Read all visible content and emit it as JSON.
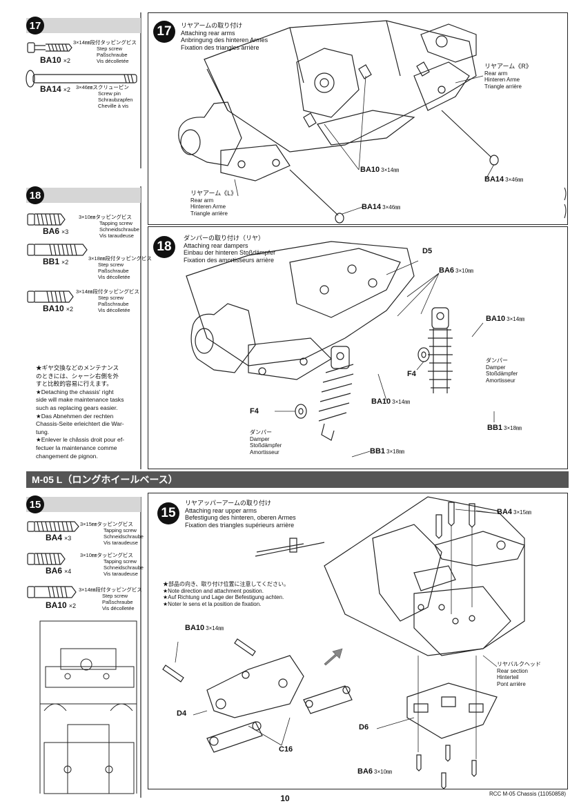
{
  "page_number": "10",
  "footer_label": "RCC M-05 Chassis (11050858)",
  "banner": "M-05 L（ロングホイールベース）",
  "sidebar17": {
    "step": "17",
    "parts": [
      {
        "code": "BA10",
        "qty": "×2",
        "size": "3×14㎜",
        "jp": "段付タッピングビス",
        "en": "Step screw",
        "de": "Paßschraube",
        "fr": "Vis décolletée"
      },
      {
        "code": "BA14",
        "qty": "×2",
        "size": "3×46㎜",
        "jp": "スクリューピン",
        "en": "Screw pin",
        "de": "Schraubzapfen",
        "fr": "Cheville à vis"
      }
    ]
  },
  "sidebar18": {
    "step": "18",
    "parts": [
      {
        "code": "BA6",
        "qty": "×3",
        "size": "3×10㎜",
        "jp": "タッピングビス",
        "en": "Tapping screw",
        "de": "Schneidschraube",
        "fr": "Vis taraudeuse"
      },
      {
        "code": "BB1",
        "qty": "×2",
        "size": "3×18㎜",
        "jp": "段付タッピングビス",
        "en": "Step screw",
        "de": "Paßschraube",
        "fr": "Vis décolletée"
      },
      {
        "code": "BA10",
        "qty": "×2",
        "size": "3×14㎜",
        "jp": "段付タッピングビス",
        "en": "Step screw",
        "de": "Paßschraube",
        "fr": "Vis décolletée"
      }
    ]
  },
  "note18": {
    "jp1": "★ギヤ交換などのメンテナンス",
    "jp2": "のときには、シャーシ右側を外",
    "jp3": "すと比較的容易に行えます。",
    "en1": "★Detaching the chassis' right",
    "en2": "side will make maintenance tasks",
    "en3": "such as replacing gears easier.",
    "de1": "★Das Abnehmen der rechten",
    "de2": "Chassis-Seite erleichtert die War-",
    "de3": "tung.",
    "fr1": "★Enlever le châssis droit pour ef-",
    "fr2": "fectuer la maintenance comme",
    "fr3": "changement de pignon."
  },
  "sidebar15": {
    "step": "15",
    "parts": [
      {
        "code": "BA4",
        "qty": "×3",
        "size": "3×15㎜",
        "jp": "タッピングビス",
        "en": "Tapping screw",
        "de": "Schneidschraube",
        "fr": "Vis taraudeuse"
      },
      {
        "code": "BA6",
        "qty": "×4",
        "size": "3×10㎜",
        "jp": "タッピングビス",
        "en": "Tapping screw",
        "de": "Schneidschraube",
        "fr": "Vis taraudeuse"
      },
      {
        "code": "BA10",
        "qty": "×2",
        "size": "3×14㎜",
        "jp": "段付タッピングビス",
        "en": "Step screw",
        "de": "Paßschraube",
        "fr": "Vis décolletée"
      }
    ]
  },
  "step17": {
    "num": "17",
    "jp": "リヤアームの取り付け",
    "en": "Attaching rear arms",
    "de": "Anbringung des hinteren Armes",
    "fr": "Fixation des triangles arrière",
    "arm_r": {
      "jp": "リヤアーム《R》",
      "en": "Rear arm",
      "de": "Hinteren Arme",
      "fr": "Triangle arrière"
    },
    "arm_l": {
      "jp": "リヤアーム《L》",
      "en": "Rear arm",
      "de": "Hinteren Arme",
      "fr": "Triangle arrière"
    },
    "ba10": "BA10",
    "ba10_size": "3×14㎜",
    "ba14a": "BA14",
    "ba14a_size": "3×46㎜",
    "ba14b": "BA14",
    "ba14b_size": "3×46㎜"
  },
  "step18": {
    "num": "18",
    "jp": "ダンパーの取り付け（リヤ）",
    "en": "Attaching rear dampers",
    "de": "Einbau der hinteren Stoßdämpfer",
    "fr": "Fixation des amortisseurs arrière",
    "d5": "D5",
    "ba6": "BA6",
    "ba6_size": "3×10㎜",
    "ba10a": "BA10",
    "ba10a_size": "3×14㎜",
    "ba10b": "BA10",
    "ba10b_size": "3×14㎜",
    "f4a": "F4",
    "f4b": "F4",
    "bb1a": "BB1",
    "bb1a_size": "3×18㎜",
    "bb1b": "BB1",
    "bb1b_size": "3×18㎜",
    "damper_r": {
      "jp": "ダンパー",
      "en": "Damper",
      "de": "Stoßdämpfer",
      "fr": "Amortisseur"
    },
    "damper_l": {
      "jp": "ダンパー",
      "en": "Damper",
      "de": "Stoßdämpfer",
      "fr": "Amortisseur"
    }
  },
  "step15": {
    "num": "15",
    "jp": "リヤアッパーアームの取り付け",
    "en": "Attaching rear upper arms",
    "de": "Befestigung des hinteren, oberen Armes",
    "fr": "Fixation des triangles supérieurs arrière",
    "note_jp": "★部品の向き、取り付け位置に注意してください。",
    "note_en": "★Note direction and attachment position.",
    "note_de": "★Auf Richtung und Lage der Befestigung achten.",
    "note_fr": "★Noter le sens et la position de fixation.",
    "ba4": "BA4",
    "ba4_size": "3×15㎜",
    "ba10": "BA10",
    "ba10_size": "3×14㎜",
    "d4": "D4",
    "c16": "C16",
    "d6": "D6",
    "ba6": "BA6",
    "ba6_size": "3×10㎜",
    "bulkhead": {
      "jp": "リヤバルクヘッド",
      "en": "Rear section",
      "de": "Hinterteil",
      "fr": "Pont arrière"
    }
  }
}
